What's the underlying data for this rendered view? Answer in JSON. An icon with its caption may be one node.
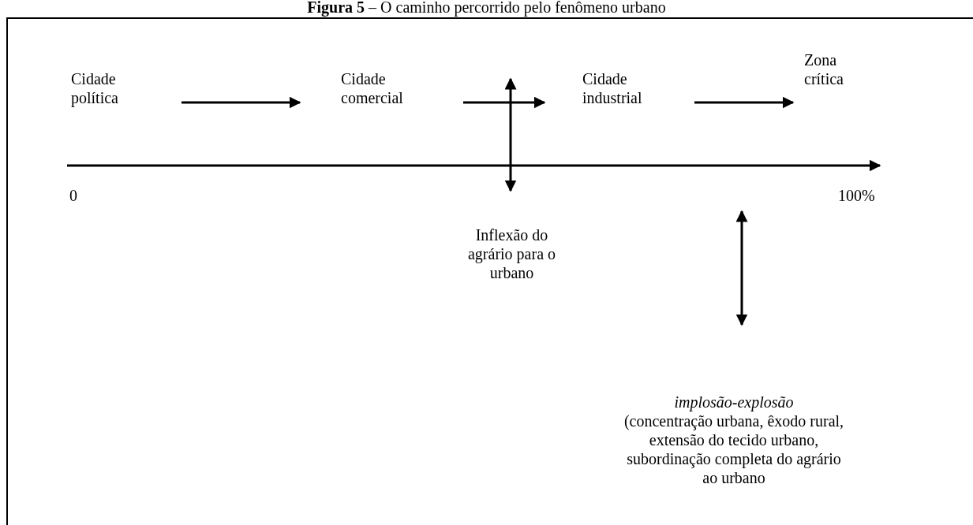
{
  "diagram": {
    "title": "**Figura 5** – O caminho percorrido pelo fenômeno urbano",
    "nodes": [
      {
        "text": [
          "Cidade política"
        ]
      },
      {
        "text": [
          "Cidade comercial"
        ]
      },
      {
        "text": [
          "Cidade industrial"
        ]
      },
      {
        "text": [
          "Zona crítica"
        ]
      }
    ],
    "edges": [
      {
        "from": 0,
        "to": 1,
        "arrow": "to"
      },
      {
        "from": 1,
        "to": 2,
        "arrow": "to"
      },
      {
        "from": 2,
        "to": 3,
        "arrow": "to"
      }
    ],
    "labels": [
      "0",
      "100%",
      "Inflexão do agrário para o urbano",
      "implosão-explosão",
      "(concentração urbana, êxodo rural, extensão do tecido urbano, subordinação completa do agrário ao urbano"
    ]
  }
}
